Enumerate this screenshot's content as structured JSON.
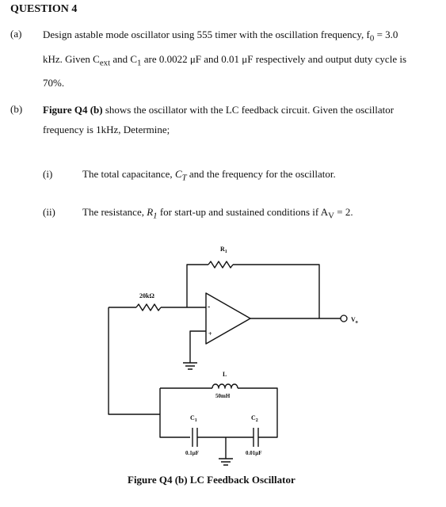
{
  "question": {
    "title": "QUESTION 4"
  },
  "part_a": {
    "label": "(a)",
    "lines": [
      {
        "pre": "Design astable mode oscillator using 555 timer with the oscillation frequency, f",
        "sub": "0",
        "post": " = 3.0"
      },
      {
        "pre": "kHz. Given C",
        "sub": "ext",
        "mid": " and C",
        "sub2": "1",
        "post": " are 0.0022 μF and 0.01 μF respectively and output duty cycle is"
      },
      {
        "text": "70%."
      }
    ]
  },
  "part_b": {
    "label": "(b)",
    "fig_ref": "Figure Q4 (b)",
    "line1_rest": " shows the oscillator with the LC feedback circuit. Given the oscillator",
    "line2": "frequency is 1kHz, Determine;",
    "sub_items": [
      {
        "label": "(i)",
        "pre": "The total capacitance, ",
        "var": "C",
        "var_sub": "T",
        "post": " and the frequency for the oscillator."
      },
      {
        "label": "(ii)",
        "pre": "The resistance, ",
        "var": "R",
        "var_sub": "1",
        "mid": " for start-up and sustained conditions if A",
        "mid_sub": "V",
        "post": " = 2."
      }
    ]
  },
  "figure": {
    "labels": {
      "r1": "R",
      "r1_sub": "1",
      "r_input": "20kΩ",
      "opamp_minus": "-",
      "opamp_plus": "+",
      "output": "V",
      "output_sub": "o",
      "inductor": "L",
      "inductor_value": "50mH",
      "c1": "C",
      "c1_sub": "1",
      "c2": "C",
      "c2_sub": "2",
      "c1_value": "0.1μF",
      "c2_value": "0.01μF"
    },
    "caption": "Figure Q4 (b) LC Feedback Oscillator"
  }
}
